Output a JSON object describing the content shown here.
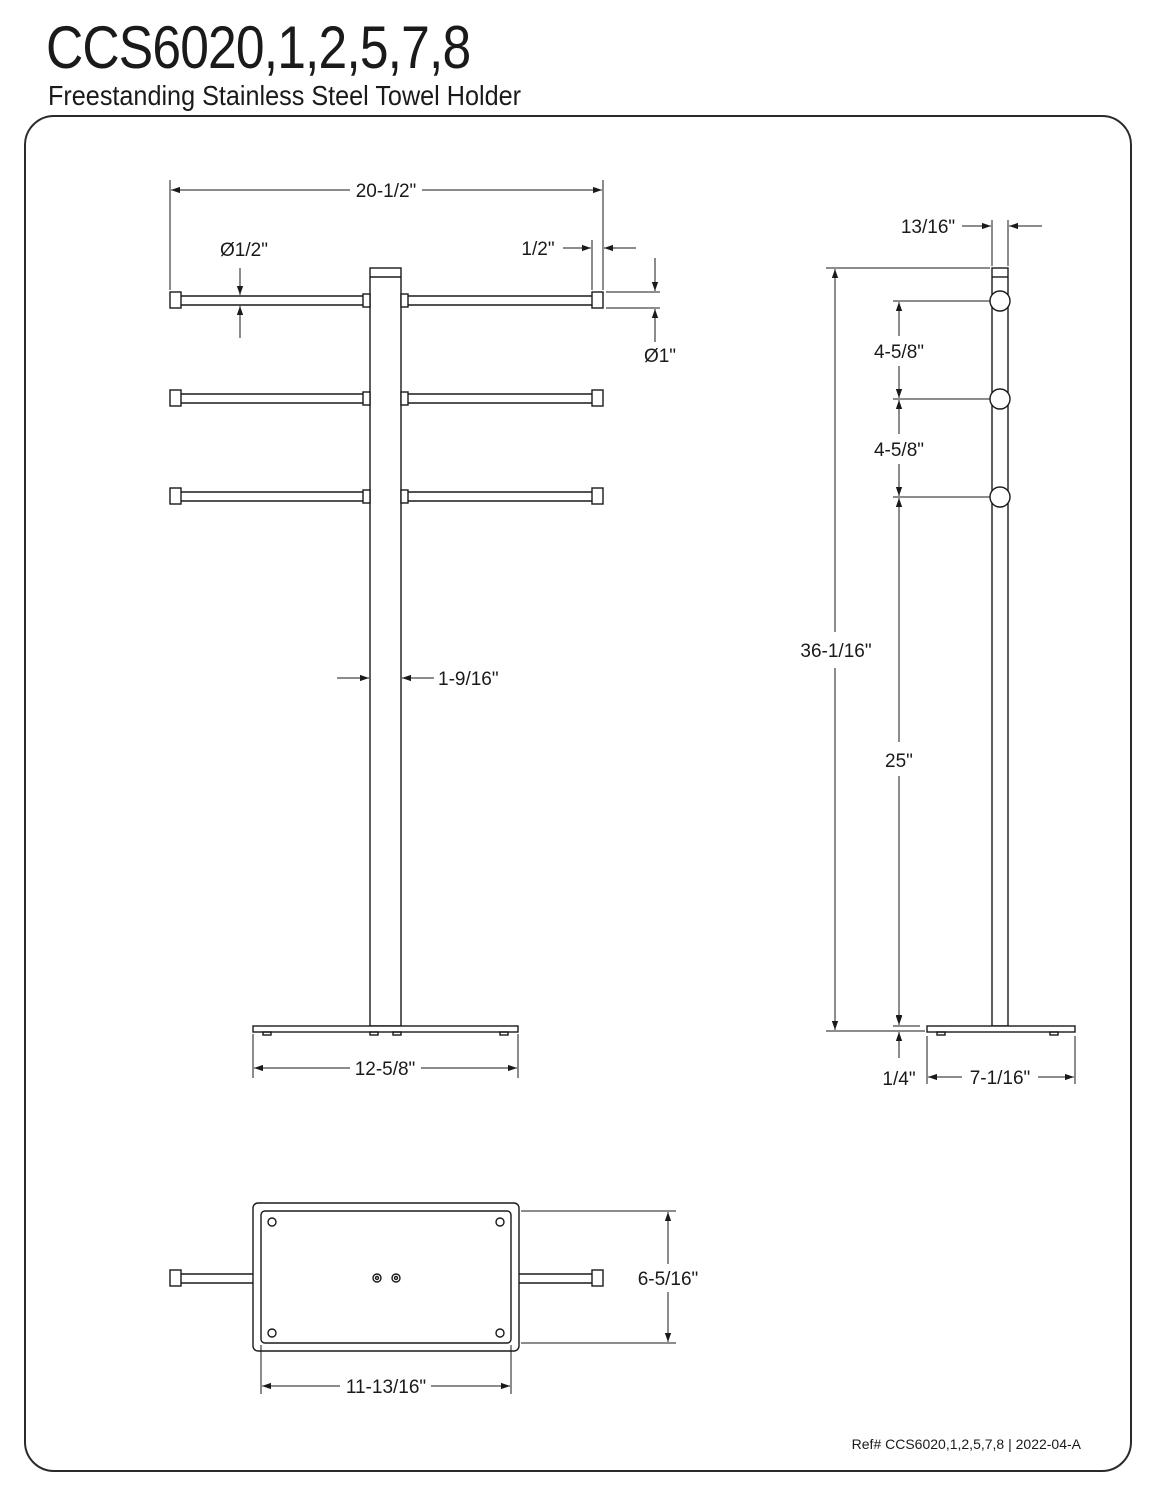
{
  "header": {
    "model": "CCS6020,1,2,5,7,8",
    "product": "Freestanding Stainless Steel Towel Holder"
  },
  "front_view": {
    "overall_width": "20-1/2\"",
    "bar_diameter": "Ø1/2\"",
    "end_cap_width": "1/2\"",
    "end_cap_diameter": "Ø1\"",
    "post_width": "1-9/16\"",
    "base_width": "12-5/8\""
  },
  "side_view": {
    "post_depth": "13/16\"",
    "overall_height": "36-1/16\"",
    "bar_spacing_1": "4-5/8\"",
    "bar_spacing_2": "4-5/8\"",
    "lowest_bar_height": "25\"",
    "base_thickness": "1/4\"",
    "base_depth": "7-1/16\""
  },
  "top_view": {
    "base_depth": "6-5/16\"",
    "base_length": "11-13/16\""
  },
  "footer": {
    "reference": "Ref# CCS6020,1,2,5,7,8 | 2022-04-A"
  }
}
